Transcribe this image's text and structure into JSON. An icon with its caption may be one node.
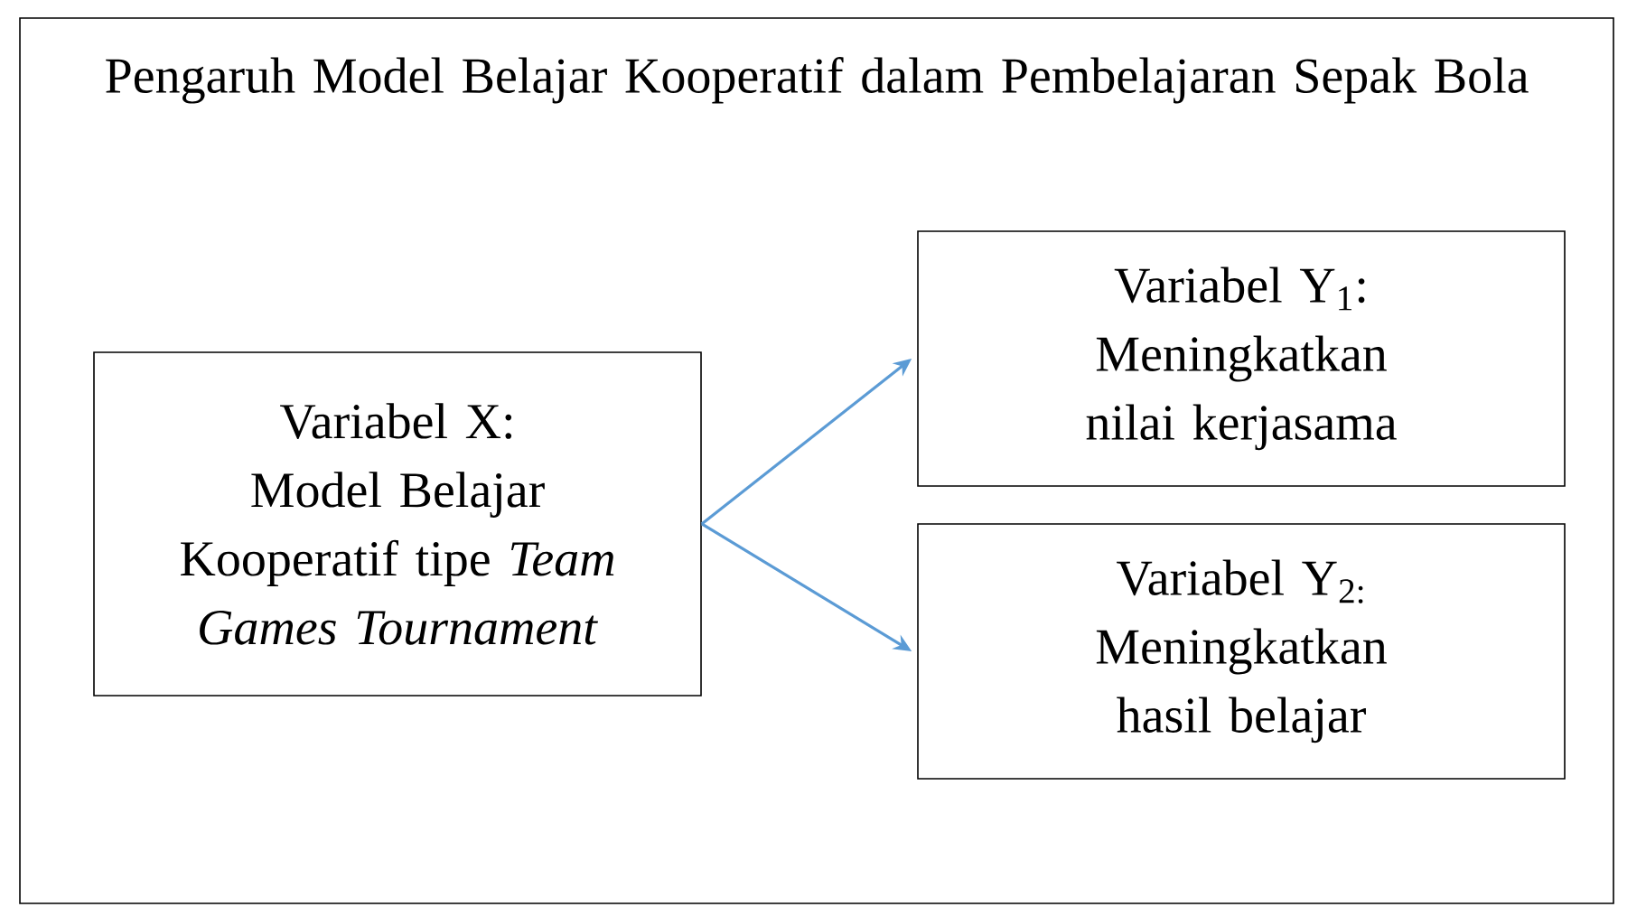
{
  "diagram": {
    "nodes": [
      {
        "text": [
          "Pengaruh Model Belajar Kooperatif dalam Pembelajaran Sepak Bola"
        ]
      },
      {
        "text": [
          "Variabel X:",
          "Model Belajar Kooperatif tipe *Team Games Tournament*"
        ],
        "in": 0
      },
      {
        "text": [
          "Variabel Y$_{1}$:",
          "Meningkatkan nilai kerjasama"
        ],
        "in": 0
      },
      {
        "text": [
          "Variabel Y$_{2:}$",
          "Meningkatkan hasil belajar"
        ],
        "in": 0
      }
    ],
    "edges": [
      {
        "from": 1,
        "to": 2,
        "arrow": "to"
      },
      {
        "from": 1,
        "to": 3,
        "arrow": "to"
      }
    ]
  }
}
